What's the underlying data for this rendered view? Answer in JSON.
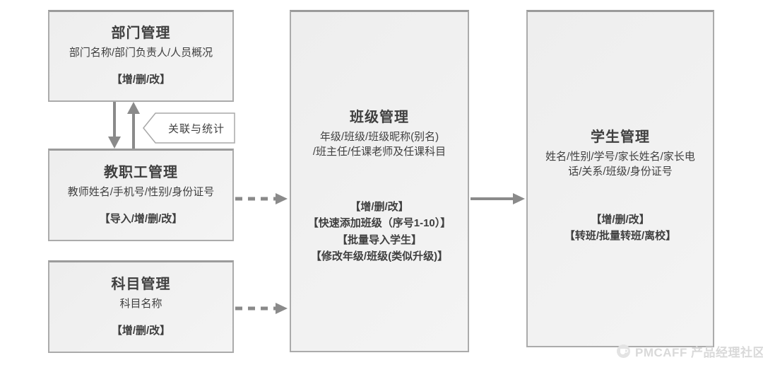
{
  "diagram": {
    "boxes": {
      "department": {
        "title": "部门管理",
        "fields": [
          "部门名称/部门负责人/人员概况"
        ],
        "actions": [
          "【增/删/改】"
        ]
      },
      "staff": {
        "title": "教职工管理",
        "fields": [
          "教师姓名/手机号/性别/身份证号"
        ],
        "actions": [
          "【导入/增/删/改】"
        ]
      },
      "subject": {
        "title": "科目管理",
        "fields": [
          "科目名称"
        ],
        "actions": [
          "【增/删/改】"
        ]
      },
      "class": {
        "title": "班级管理",
        "fields": [
          "年级/班级/班级昵称(别名)",
          "/班主任/任课老师及任课科目"
        ],
        "actions": [
          "【增/删/改】",
          "【快速添加班级（序号1-10）】",
          "【批量导入学生】",
          "【修改年级/班级(类似升级)】"
        ]
      },
      "student": {
        "title": "学生管理",
        "fields": [
          "姓名/性别/学号/家长姓名/家长电",
          "话/关系/班级/身份证号"
        ],
        "actions": [
          "【增/删/改】",
          "【转班/批量转班/离校】"
        ]
      }
    },
    "connectors": {
      "label": "关联与统计"
    },
    "colors": {
      "box_fill": "#f1f1f1",
      "box_border": "#ababab",
      "arrow": "#8a8a8a",
      "text": "#3f3f3f",
      "watermark": "#d9d9d9"
    },
    "watermark": {
      "text": "PMCAFF 产品经理社区",
      "icon": "coffee-cup-logo"
    }
  }
}
